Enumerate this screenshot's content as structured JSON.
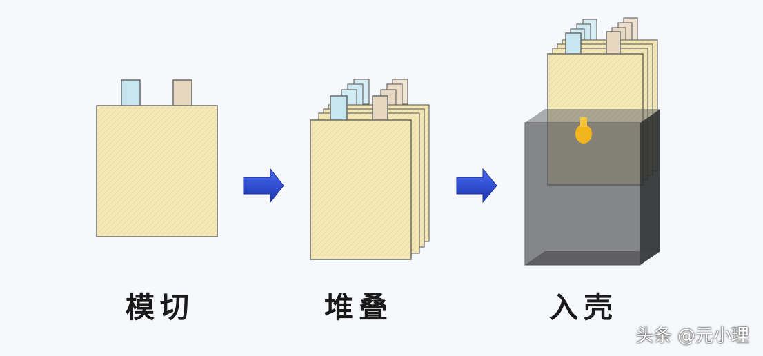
{
  "steps": [
    {
      "label": "模切"
    },
    {
      "label": "堆叠"
    },
    {
      "label": "入壳"
    }
  ],
  "watermark": "头条 @元小理",
  "colors": {
    "sheet_fill": "#f4e9b6",
    "sheet_stroke": "#6a6a6a",
    "cathode_tab": "#c6e6f0",
    "anode_tab": "#e6d7c0",
    "arrow": "#2347d6",
    "case": "#5e5f62",
    "weld": "#f3b51d"
  },
  "icons": [
    "right-arrow-icon",
    "right-arrow-icon"
  ]
}
